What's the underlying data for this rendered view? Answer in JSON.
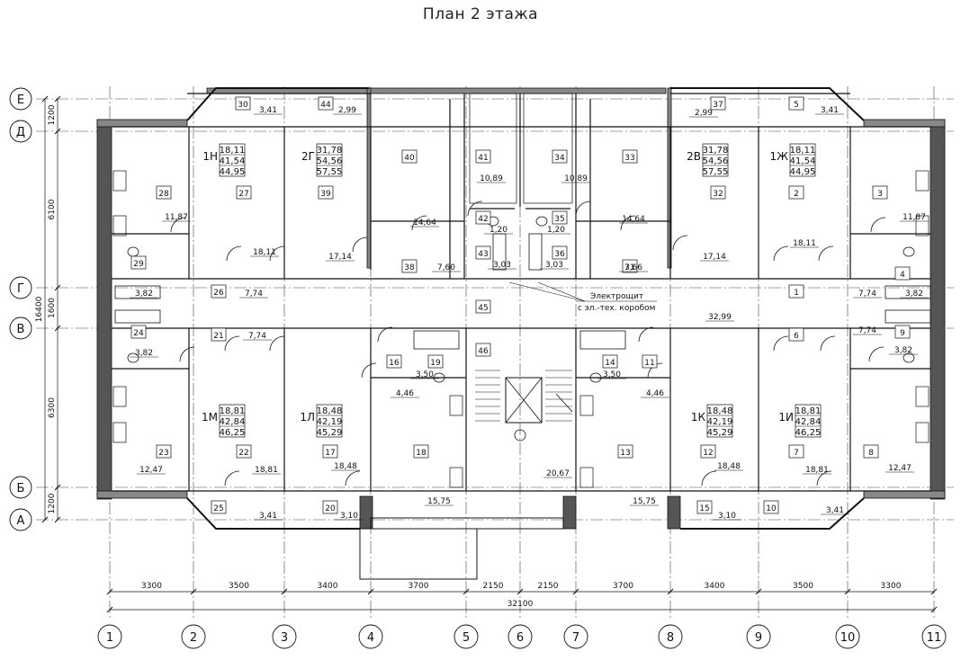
{
  "title": "План 2 этажа",
  "colors": {
    "line": "#111111",
    "wall_fill": "#888888",
    "wall_dark": "#555555",
    "paper": "#ffffff"
  },
  "axes_letters": [
    "Е",
    "Д",
    "Г",
    "В",
    "Б",
    "А"
  ],
  "axes_numbers": [
    "1",
    "2",
    "3",
    "4",
    "5",
    "6",
    "7",
    "8",
    "9",
    "10",
    "11"
  ],
  "dims_vertical": [
    "1200",
    "6100",
    "1600",
    "6300",
    "1200"
  ],
  "dims_vertical_total": "16400",
  "dims_horizontal": [
    "3300",
    "3500",
    "3400",
    "3700",
    "2150",
    "2150",
    "3700",
    "3400",
    "3500",
    "3300"
  ],
  "dims_horizontal_total": "32100",
  "room_numbers": [
    "1",
    "2",
    "3",
    "4",
    "5",
    "6",
    "7",
    "8",
    "9",
    "10",
    "11",
    "12",
    "13",
    "14",
    "15",
    "16",
    "17",
    "18",
    "19",
    "20",
    "21",
    "22",
    "23",
    "24",
    "25",
    "26",
    "27",
    "28",
    "29",
    "30",
    "31",
    "32",
    "33",
    "34",
    "35",
    "36",
    "37",
    "38",
    "39",
    "40",
    "41",
    "42",
    "43",
    "44",
    "45",
    "46"
  ],
  "areas": [
    "3,41",
    "2,99",
    "2,99",
    "3,41",
    "11,87",
    "18,11",
    "17,14",
    "14,64",
    "10,89",
    "10,89",
    "14,64",
    "17,14",
    "18,11",
    "11,87",
    "1,20",
    "1,20",
    "3,03",
    "3,03",
    "7,60",
    "7,66",
    "3,82",
    "7,74",
    "7,74",
    "3,82",
    "32,99",
    "7,74",
    "7,74",
    "3,82",
    "3,82",
    "3,50",
    "3,50",
    "4,46",
    "4,46",
    "12,47",
    "18,81",
    "18,48",
    "20,67",
    "18,48",
    "18,81",
    "12,47",
    "15,75",
    "15,75",
    "3,41",
    "3,10",
    "3,10",
    "3,41"
  ],
  "apartments": [
    {
      "code": "1Н",
      "vals": [
        "18,11",
        "41,54",
        "44,95"
      ]
    },
    {
      "code": "2Г",
      "vals": [
        "31,78",
        "54,56",
        "57,55"
      ]
    },
    {
      "code": "2В",
      "vals": [
        "31,78",
        "54,56",
        "57,55"
      ]
    },
    {
      "code": "1Ж",
      "vals": [
        "18,11",
        "41,54",
        "44,95"
      ]
    },
    {
      "code": "1М",
      "vals": [
        "18,81",
        "42,84",
        "46,25"
      ]
    },
    {
      "code": "1Л",
      "vals": [
        "18,48",
        "42,19",
        "45,29"
      ]
    },
    {
      "code": "1К",
      "vals": [
        "18,48",
        "42,19",
        "45,29"
      ]
    },
    {
      "code": "1И",
      "vals": [
        "18,81",
        "42,84",
        "46,25"
      ]
    }
  ],
  "annotation": {
    "line1": "Электрощит",
    "line2": "с эл.-тех. коробом"
  }
}
